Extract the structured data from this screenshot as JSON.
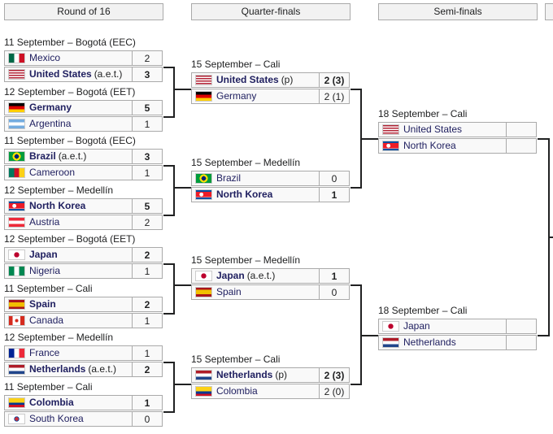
{
  "headers": [
    "Round of 16",
    "Quarter-finals",
    "Semi-finals"
  ],
  "round_of_16": [
    {
      "date": "11 September – Bogotá (EEC)",
      "teams": [
        {
          "name": "Mexico",
          "flag": "mex",
          "score": "2"
        },
        {
          "name": "United States",
          "note": "(a.e.t.)",
          "flag": "usa",
          "score": "3",
          "win": true
        }
      ]
    },
    {
      "date": "12 September – Bogotá (EET)",
      "teams": [
        {
          "name": "Germany",
          "flag": "ger",
          "score": "5",
          "win": true
        },
        {
          "name": "Argentina",
          "flag": "arg",
          "score": "1"
        }
      ]
    },
    {
      "date": "11 September – Bogotá (EEC)",
      "teams": [
        {
          "name": "Brazil",
          "note": "(a.e.t.)",
          "flag": "bra",
          "score": "3",
          "win": true
        },
        {
          "name": "Cameroon",
          "flag": "cmr",
          "score": "1"
        }
      ]
    },
    {
      "date": "12 September – Medellín",
      "teams": [
        {
          "name": "North Korea",
          "flag": "prk",
          "score": "5",
          "win": true
        },
        {
          "name": "Austria",
          "flag": "aut",
          "score": "2"
        }
      ]
    },
    {
      "date": "12 September – Bogotá (EET)",
      "teams": [
        {
          "name": "Japan",
          "flag": "jpn",
          "score": "2",
          "win": true
        },
        {
          "name": "Nigeria",
          "flag": "nga",
          "score": "1"
        }
      ]
    },
    {
      "date": "11 September – Cali",
      "teams": [
        {
          "name": "Spain",
          "flag": "esp",
          "score": "2",
          "win": true
        },
        {
          "name": "Canada",
          "flag": "can",
          "score": "1"
        }
      ]
    },
    {
      "date": "12 September – Medellín",
      "teams": [
        {
          "name": "France",
          "flag": "fra",
          "score": "1"
        },
        {
          "name": "Netherlands",
          "note": "(a.e.t.)",
          "flag": "ned",
          "score": "2",
          "win": true
        }
      ]
    },
    {
      "date": "11 September – Cali",
      "teams": [
        {
          "name": "Colombia",
          "flag": "col",
          "score": "1",
          "win": true
        },
        {
          "name": "South Korea",
          "flag": "kor",
          "score": "0"
        }
      ]
    }
  ],
  "quarter_finals": [
    {
      "date": "15 September – Cali",
      "teams": [
        {
          "name": "United States",
          "note": "(p)",
          "flag": "usa",
          "score": "2 (3)",
          "win": true
        },
        {
          "name": "Germany",
          "flag": "ger",
          "score": "2 (1)"
        }
      ]
    },
    {
      "date": "15 September – Medellín",
      "teams": [
        {
          "name": "Brazil",
          "flag": "bra",
          "score": "0"
        },
        {
          "name": "North Korea",
          "flag": "prk",
          "score": "1",
          "win": true
        }
      ]
    },
    {
      "date": "15 September – Medellín",
      "teams": [
        {
          "name": "Japan",
          "note": "(a.e.t.)",
          "flag": "jpn",
          "score": "1",
          "win": true
        },
        {
          "name": "Spain",
          "flag": "esp",
          "score": "0"
        }
      ]
    },
    {
      "date": "15 September – Cali",
      "teams": [
        {
          "name": "Netherlands",
          "note": "(p)",
          "flag": "ned",
          "score": "2 (3)",
          "win": true
        },
        {
          "name": "Colombia",
          "flag": "col",
          "score": "2 (0)"
        }
      ]
    }
  ],
  "semi_finals": [
    {
      "date": "18 September – Cali",
      "teams": [
        {
          "name": "United States",
          "flag": "usa",
          "score": ""
        },
        {
          "name": "North Korea",
          "flag": "prk",
          "score": ""
        }
      ]
    },
    {
      "date": "18 September – Cali",
      "teams": [
        {
          "name": "Japan",
          "flag": "jpn",
          "score": ""
        },
        {
          "name": "Netherlands",
          "flag": "ned",
          "score": ""
        }
      ]
    }
  ]
}
